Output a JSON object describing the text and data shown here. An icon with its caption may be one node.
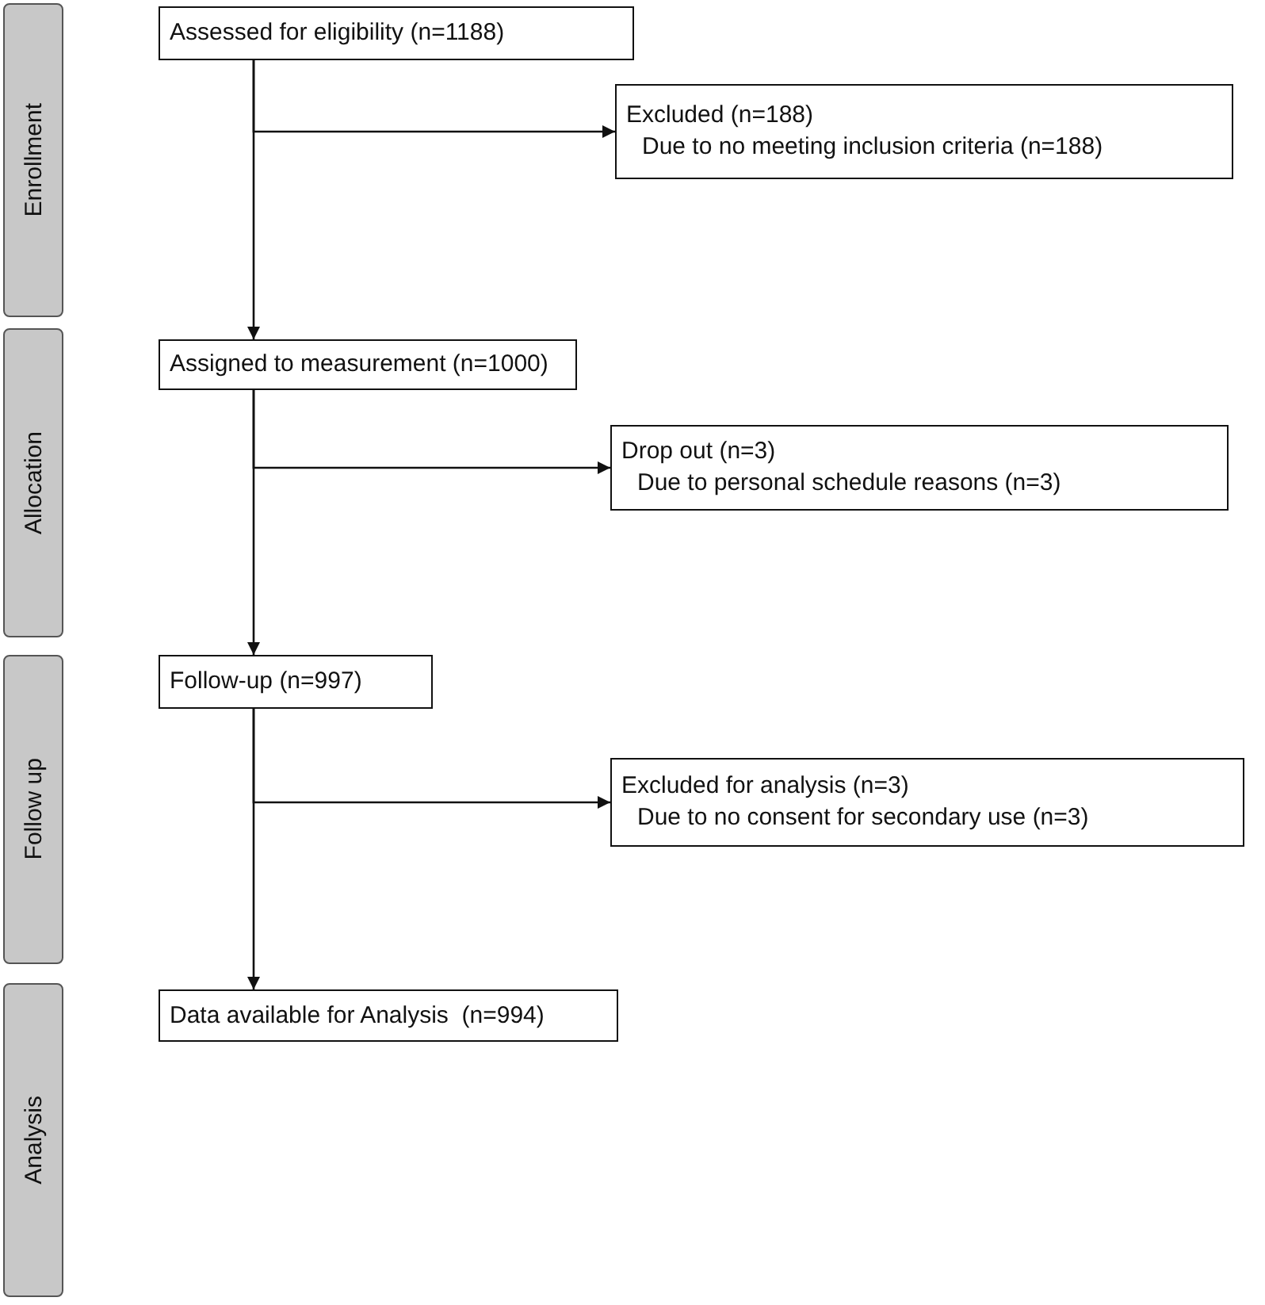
{
  "diagram": {
    "nodes": [
      {
        "text": [
          "Enrollment"
        ]
      },
      {
        "text": [
          "Allocation"
        ]
      },
      {
        "text": [
          "Follow up"
        ]
      },
      {
        "text": [
          "Analysis"
        ]
      },
      {
        "text": [
          "Assessed for eligibility (n=1188)"
        ]
      },
      {
        "text": [
          "Excluded (n=188)",
          "Due to no meeting inclusion criteria (n=188)"
        ]
      },
      {
        "text": [
          "Assigned to measurement (n=1000)"
        ]
      },
      {
        "text": [
          "Drop out (n=3)",
          "Due to personal schedule reasons (n=3)"
        ]
      },
      {
        "text": [
          "Follow-up (n=997)"
        ]
      },
      {
        "text": [
          "Excluded for analysis (n=3)",
          "Due to no consent for secondary use (n=3)"
        ]
      },
      {
        "text": [
          "Data available for Analysis  (n=994)"
        ]
      }
    ],
    "edges": [
      {
        "from": 4,
        "to": 6,
        "arrow": "to"
      },
      {
        "from": 4,
        "to": 5,
        "arrow": "to"
      },
      {
        "from": 6,
        "to": 8,
        "arrow": "to"
      },
      {
        "from": 6,
        "to": 7,
        "arrow": "to"
      },
      {
        "from": 8,
        "to": 10,
        "arrow": "to"
      },
      {
        "from": 8,
        "to": 9,
        "arrow": "to"
      }
    ]
  }
}
